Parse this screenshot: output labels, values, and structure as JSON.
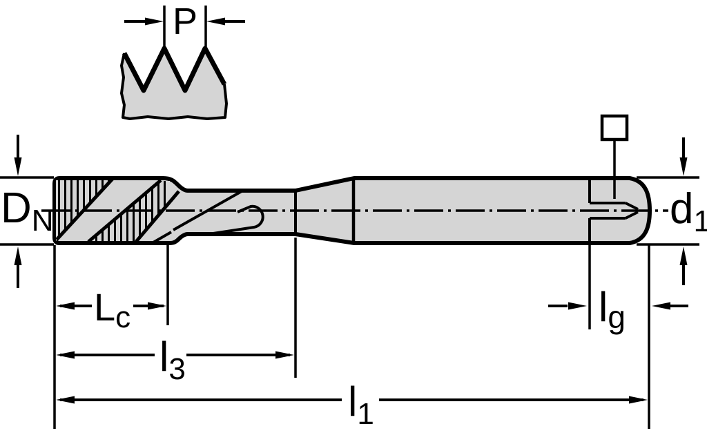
{
  "drawing": {
    "type": "technical-dimension-drawing",
    "subject": "machine-tap-side-view",
    "colors": {
      "background": "#ffffff",
      "line": "#000000",
      "body_fill": "#d5d5d5",
      "symbol_fill": "#ffffff"
    },
    "labels": {
      "pitch": "P",
      "nominal_thread_diameter": {
        "base": "D",
        "sub": "N"
      },
      "shank_diameter": {
        "base": "d",
        "sub": "1"
      },
      "thread_length": {
        "base": "L",
        "sub": "c"
      },
      "neck_length": {
        "base": "l",
        "sub": "3"
      },
      "overall_length": {
        "base": "l",
        "sub": "1"
      },
      "square_length": {
        "base": "l",
        "sub": "g"
      }
    },
    "symbols": {
      "square_drive": "square-outline"
    }
  }
}
